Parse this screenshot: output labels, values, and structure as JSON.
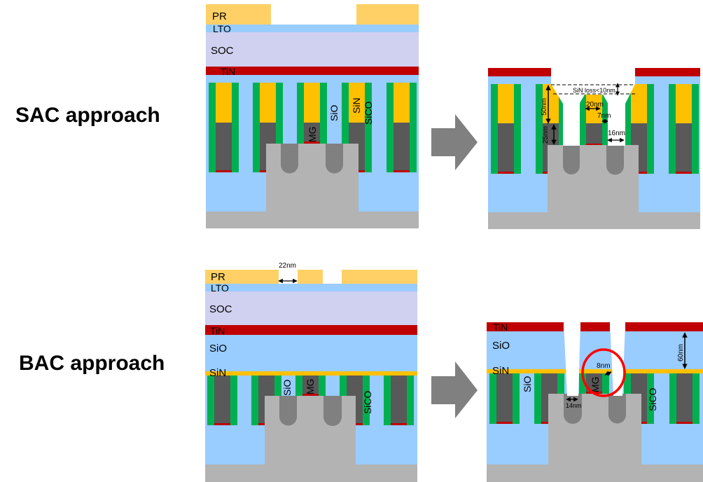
{
  "title": "SAC vs BAC contact approaches",
  "rows": [
    {
      "label": "SAC approach"
    },
    {
      "label": "BAC approach"
    }
  ],
  "colors": {
    "pr": "#FFD066",
    "lto": "#99CCFF",
    "soc": "#D0D0F0",
    "tin": "#C00000",
    "sio": "#99CCFF",
    "sin": "#FFC000",
    "sico": "#00B050",
    "mg": "#595959",
    "fin": "#B3B3B3",
    "recess": "#808080",
    "arrow": "#808080",
    "highlight": "#FF0000"
  },
  "sac_before": {
    "layer_labels": {
      "pr": "PR",
      "lto": "LTO",
      "soc": "SOC",
      "tin": "TiN"
    },
    "material_labels": {
      "mg": "MG",
      "sio": "SiO",
      "sin": "SiN",
      "sico": "SiCO"
    }
  },
  "sac_after": {
    "annotations": {
      "sin_loss": "SiN loss<10nm",
      "height_50": "50nm",
      "height_25": "25nm",
      "width_20": "20nm",
      "width_7": "7nm",
      "width_16": "16nm"
    }
  },
  "bac_before": {
    "layer_labels": {
      "pr": "PR",
      "lto": "LTO",
      "soc": "SOC",
      "tin": "TiN",
      "sio": "SiO",
      "sin": "SiN"
    },
    "material_labels": {
      "sio": "SiO",
      "mg": "MG",
      "sico": "SiCO"
    },
    "annotations": {
      "width_22": "22nm"
    }
  },
  "bac_after": {
    "layer_labels": {
      "tin": "TiN",
      "sio": "SiO",
      "sin": "SiN"
    },
    "material_labels": {
      "sio": "SiO",
      "mg": "MG",
      "sico": "SiCO"
    },
    "annotations": {
      "height_60": "60nm",
      "width_8": "8nm",
      "width_14": "14nm"
    }
  }
}
